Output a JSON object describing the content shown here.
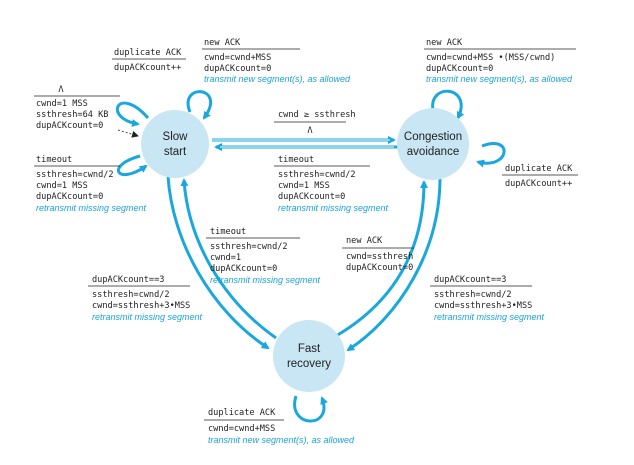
{
  "states": {
    "slow_start": "Slow\nstart",
    "congestion_avoidance": "Congestion\navoidance",
    "fast_recovery": "Fast\nrecovery"
  },
  "initial": {
    "lambda": "Λ",
    "lines": [
      "cwnd=1 MSS",
      "ssthresh=64 KB",
      "dupACKcount=0"
    ]
  },
  "ss_dup_ack": {
    "event": "duplicate ACK",
    "actions": [
      "dupACKcount++"
    ]
  },
  "ss_new_ack": {
    "event": "new ACK",
    "actions": [
      "cwnd=cwnd+MSS",
      "dupACKcount=0"
    ],
    "italic": "transmit new segment(s), as allowed"
  },
  "ss_timeout": {
    "event": "timeout",
    "actions": [
      "ssthresh=cwnd/2",
      "cwnd=1 MSS",
      "dupACKcount=0"
    ],
    "italic": "retransmit missing segment"
  },
  "ss_to_ca": {
    "event": "cwnd ≥ ssthresh",
    "action": "Λ"
  },
  "ca_new_ack": {
    "event": "new ACK",
    "actions": [
      "cwnd=cwnd+MSS •(MSS/cwnd)",
      "dupACKcount=0"
    ],
    "italic": "transmit new segment(s), as allowed"
  },
  "ca_dup_ack": {
    "event": "duplicate ACK",
    "actions": [
      "dupACKcount++"
    ]
  },
  "ca_timeout": {
    "event": "timeout",
    "actions": [
      "ssthresh=cwnd/2",
      "cwnd=1 MSS",
      "dupACKcount=0"
    ],
    "italic": "retransmit missing segment"
  },
  "fr_timeout": {
    "event": "timeout",
    "actions": [
      "ssthresh=cwnd/2",
      "cwnd=1",
      "dupACKcount=0"
    ],
    "italic": "retransmit missing segment"
  },
  "fr_new_ack": {
    "event": "new ACK",
    "actions": [
      "cwnd=ssthresh",
      "dupACKcount=0"
    ]
  },
  "ss_to_fr": {
    "event": "dupACKcount==3",
    "actions": [
      "ssthresh=cwnd/2",
      "cwnd=ssthresh+3•MSS"
    ],
    "italic": "retransmit missing segment"
  },
  "ca_to_fr": {
    "event": "dupACKcount==3",
    "actions": [
      "ssthresh=cwnd/2",
      "cwnd=ssthresh+3•MSS"
    ],
    "italic": "retransmit missing segment"
  },
  "fr_dup_ack": {
    "event": "duplicate ACK",
    "actions": [
      "cwnd=cwnd+MSS"
    ],
    "italic": "transmit new segment(s), as allowed"
  },
  "colors": {
    "state_fill": "#c8e6f3",
    "arrow": "#1aa7de",
    "italic_text": "#1aa3d9"
  }
}
